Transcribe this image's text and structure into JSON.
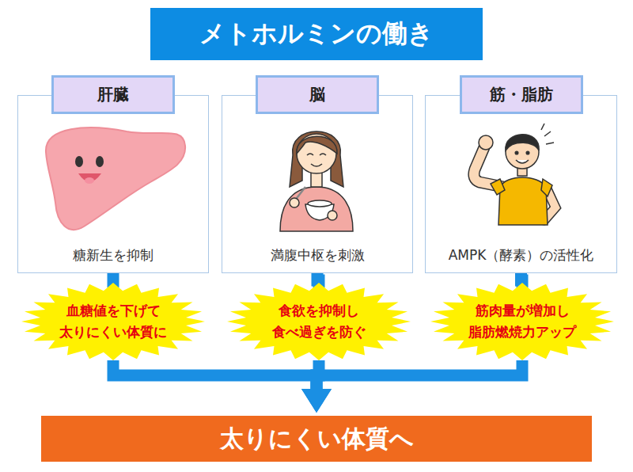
{
  "diagram": {
    "title": "メトホルミンの働き",
    "nodes": [
      {
        "text": [
          "肝臓",
          "糖新生を抑制"
        ]
      },
      {
        "text": [
          "脳",
          "満腹中枢を刺激"
        ]
      },
      {
        "text": [
          "筋・脂肪",
          "AMPK（酵素）の活性化"
        ]
      },
      {
        "text": [
          "血糖値を下げて 太りにくい体質に"
        ]
      },
      {
        "text": [
          "食欲を抑制し 食べ過ぎを防ぐ"
        ]
      },
      {
        "text": [
          "筋肉量が増加し 脂肪燃焼力アップ"
        ]
      },
      {
        "text": [
          "太りにくい体質へ"
        ]
      }
    ],
    "edges": [
      {
        "from": 0,
        "to": 3,
        "arrow": "none"
      },
      {
        "from": 1,
        "to": 4,
        "arrow": "none"
      },
      {
        "from": 2,
        "to": 5,
        "arrow": "none"
      },
      {
        "from": 3,
        "to": 6,
        "arrow": "to"
      },
      {
        "from": 4,
        "to": 6,
        "arrow": "to"
      },
      {
        "from": 5,
        "to": 6,
        "arrow": "to"
      }
    ]
  }
}
